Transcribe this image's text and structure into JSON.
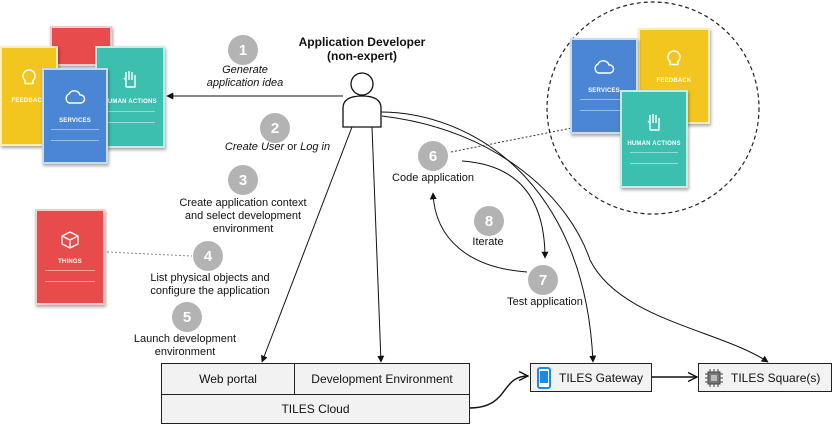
{
  "actor": {
    "title": "Application Developer",
    "subtitle": "(non-expert)"
  },
  "steps": [
    {
      "num": "1",
      "lines": [
        "Generate",
        "application idea"
      ]
    },
    {
      "num": "2",
      "pre": "Create User",
      "mid": " or ",
      "post": "Log in"
    },
    {
      "num": "3",
      "lines": [
        "Create application context",
        "and select development",
        "environment"
      ]
    },
    {
      "num": "4",
      "lines": [
        "List physical objects and",
        "configure the application"
      ]
    },
    {
      "num": "5",
      "lines": [
        "Launch development",
        "environment"
      ]
    },
    {
      "num": "6",
      "lines": [
        "Code application"
      ]
    },
    {
      "num": "7",
      "lines": [
        "Test application"
      ]
    },
    {
      "num": "8",
      "lines": [
        "Iterate"
      ]
    }
  ],
  "boxes": {
    "web_portal": "Web portal",
    "dev_env": "Development Environment",
    "cloud": "TILES Cloud",
    "gateway": "TILES Gateway",
    "square": "TILES Square(s)"
  },
  "cards": {
    "feedback": "FEEDBACK",
    "services": "SERVICES",
    "human_actions": "HUMAN ACTIONS",
    "things": "THINGS"
  },
  "colors": {
    "badge": "#b3b3b3",
    "services": "#4a86d4",
    "feedback": "#f2c61f",
    "human_actions": "#3dbfb0",
    "things": "#e84b4b",
    "box_fill": "#f2f2f2"
  }
}
